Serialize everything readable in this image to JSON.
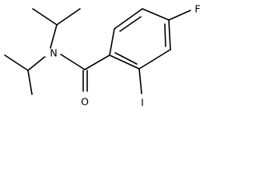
{
  "molecule": {
    "atoms": {
      "nitrogen": "N",
      "oxygen": "O",
      "fluorine": "F",
      "iodine": "I"
    }
  }
}
